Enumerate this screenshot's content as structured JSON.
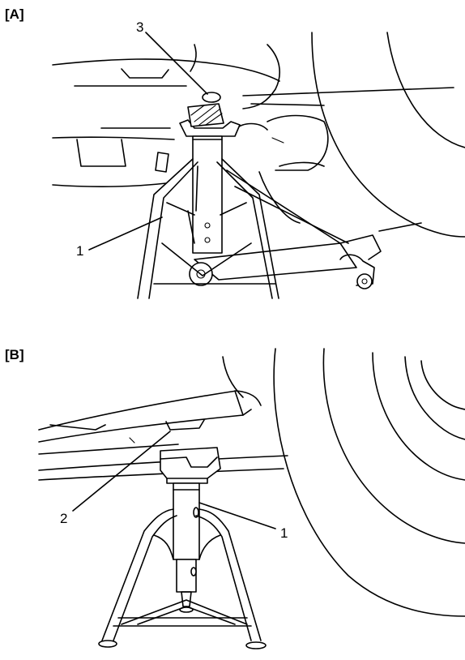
{
  "panel_a": {
    "label": "[A]",
    "callouts": [
      {
        "id": "1",
        "text": "1"
      },
      {
        "id": "3",
        "text": "3"
      }
    ]
  },
  "panel_b": {
    "label": "[B]",
    "callouts": [
      {
        "id": "1",
        "text": "1"
      },
      {
        "id": "2",
        "text": "2"
      }
    ]
  }
}
